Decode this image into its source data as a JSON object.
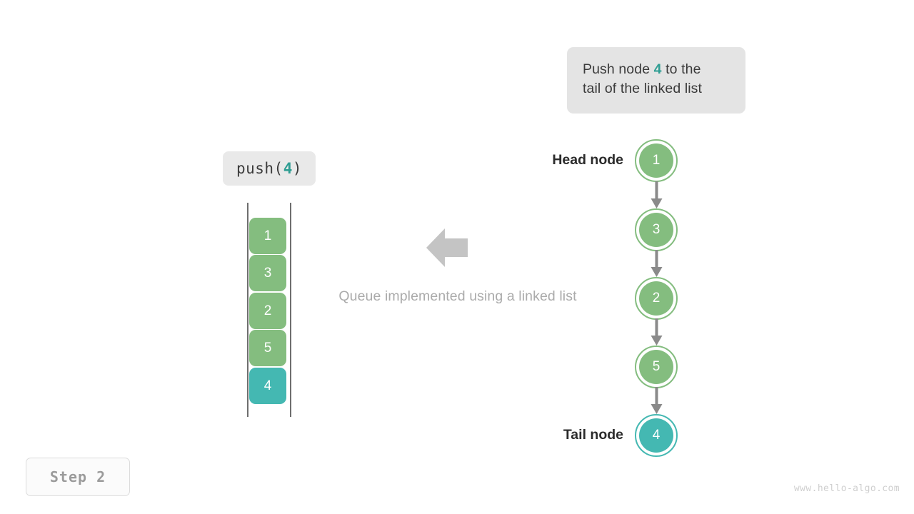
{
  "caption": {
    "prefix": "Push node ",
    "highlight": "4",
    "suffix": " to the",
    "line2": "tail of the linked list"
  },
  "operation": {
    "prefix": "push(",
    "highlight": "4",
    "suffix": ")"
  },
  "queue": {
    "boxes": [
      {
        "value": "1",
        "color": "green"
      },
      {
        "value": "3",
        "color": "green"
      },
      {
        "value": "2",
        "color": "green"
      },
      {
        "value": "5",
        "color": "green"
      },
      {
        "value": "4",
        "color": "teal"
      }
    ]
  },
  "middle": {
    "caption": "Queue implemented using a linked list",
    "arrow_direction": "left"
  },
  "linked_list": {
    "head_label": "Head node",
    "tail_label": "Tail node",
    "nodes": [
      {
        "value": "1",
        "color": "green"
      },
      {
        "value": "3",
        "color": "green"
      },
      {
        "value": "2",
        "color": "green"
      },
      {
        "value": "5",
        "color": "green"
      },
      {
        "value": "4",
        "color": "teal"
      }
    ]
  },
  "step_badge": "Step  2",
  "watermark": "www.hello-algo.com",
  "colors": {
    "green": "#84bd7f",
    "teal": "#44b8b2",
    "accent_text": "#2f9e93",
    "gray_arrow": "#c4c4c4",
    "gray_text": "#ababab",
    "pill_bg": "#e4e4e4"
  }
}
